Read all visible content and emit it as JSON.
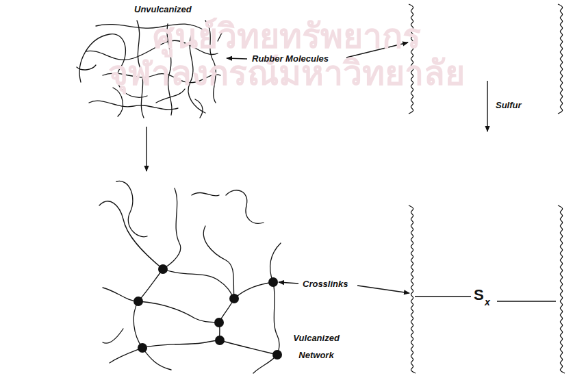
{
  "diagram": {
    "labels": [
      "ศูนย์วิทยทรัพยากร",
      "จุฬาลงกรณ์มหาวิทยาลัย",
      "Unvulcanized",
      "Rubber Molecules",
      "Sulfur",
      "Crosslinks",
      "Vulcanized Network",
      "S",
      "x"
    ]
  }
}
